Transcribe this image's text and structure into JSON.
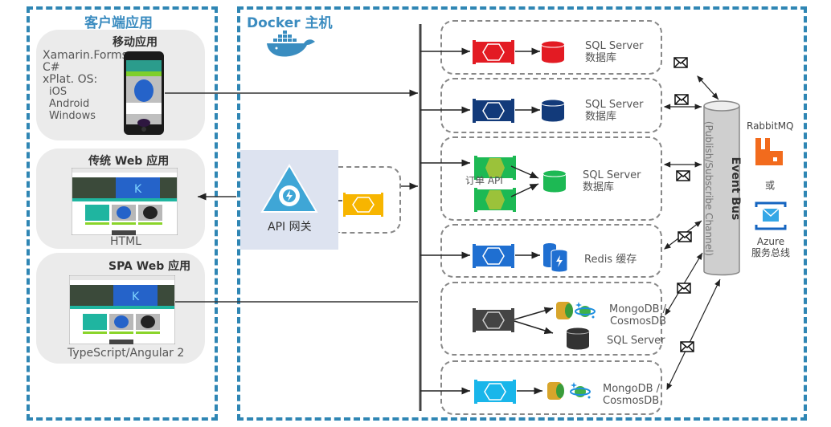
{
  "client_section": {
    "title": "客户端应用",
    "mobile": {
      "title": "移动应用",
      "tech_lines": [
        "Xamarin.Forms",
        "C#",
        "xPlat. OS:",
        "iOS",
        "Android",
        "Windows"
      ]
    },
    "web_mvc": {
      "title": "传统 Web 应用",
      "caption": "HTML"
    },
    "spa": {
      "title": "SPA Web 应用",
      "caption": "TypeScript/Angular 2"
    }
  },
  "docker_section": {
    "title": "Docker 主机",
    "api_gateway": {
      "label": "API 网关"
    }
  },
  "services": [
    {
      "name": "sql-red",
      "color": "#e31b23",
      "db_label_1": "SQL Server",
      "db_label_2": "数据库"
    },
    {
      "name": "sql-navy",
      "color": "#123a7a",
      "db_label_1": "SQL Server",
      "db_label_2": "数据库"
    },
    {
      "name": "ordering",
      "color": "#1db954",
      "api_label": "订单 API",
      "db_label_1": "SQL Server",
      "db_label_2": "数据库"
    },
    {
      "name": "redis",
      "color": "#1f6fd1",
      "db_label_1": "Redis 缓存"
    },
    {
      "name": "mongo-sql",
      "color": "#444444",
      "db_label_1": "MongoDB /",
      "db_label_2": "CosmosDB",
      "db_label_3": "SQL Server"
    },
    {
      "name": "mongo",
      "color": "#19b6ea",
      "db_label_1": "MongoDB /",
      "db_label_2": "CosmosDB"
    }
  ],
  "event_bus": {
    "title": "Event Bus",
    "subtitle": "(Publish/Subscribe Channel)"
  },
  "brokers": {
    "rabbit": "RabbitMQ",
    "or": "或",
    "azure_1": "Azure",
    "azure_2": "服务总线"
  },
  "colors": {
    "frame": "#2f86b4",
    "gateway_bg": "#dde3f0",
    "gateway_triangle": "#3fa6d6",
    "bff": "#f7b500",
    "rabbit": "#f26b1d",
    "azure": "#1565c0"
  }
}
